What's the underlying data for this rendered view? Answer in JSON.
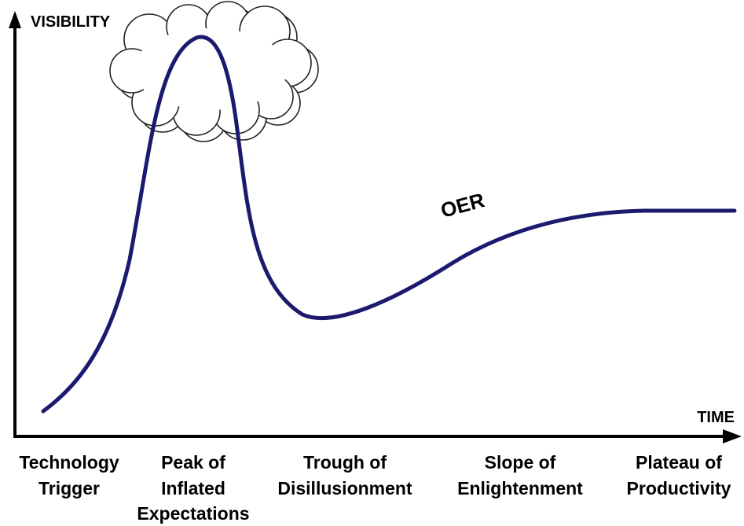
{
  "axes": {
    "y_label": "VISIBILITY",
    "x_label": "TIME"
  },
  "phases": [
    {
      "lines": [
        "Technology",
        "Trigger"
      ]
    },
    {
      "lines": [
        "Peak of",
        "Inflated",
        "Expectations"
      ]
    },
    {
      "lines": [
        "Trough of",
        "Disillusionment"
      ]
    },
    {
      "lines": [
        "Slope of",
        "Enlightenment"
      ]
    },
    {
      "lines": [
        "Plateau of",
        "Productivity"
      ]
    }
  ],
  "annotation": "OER",
  "colors": {
    "curve": "#1c1a6e",
    "axis": "#000000",
    "cloud_stroke": "#222222",
    "cloud_fill": "#ffffff"
  },
  "icons": {
    "cloud": "cloud-icon"
  }
}
